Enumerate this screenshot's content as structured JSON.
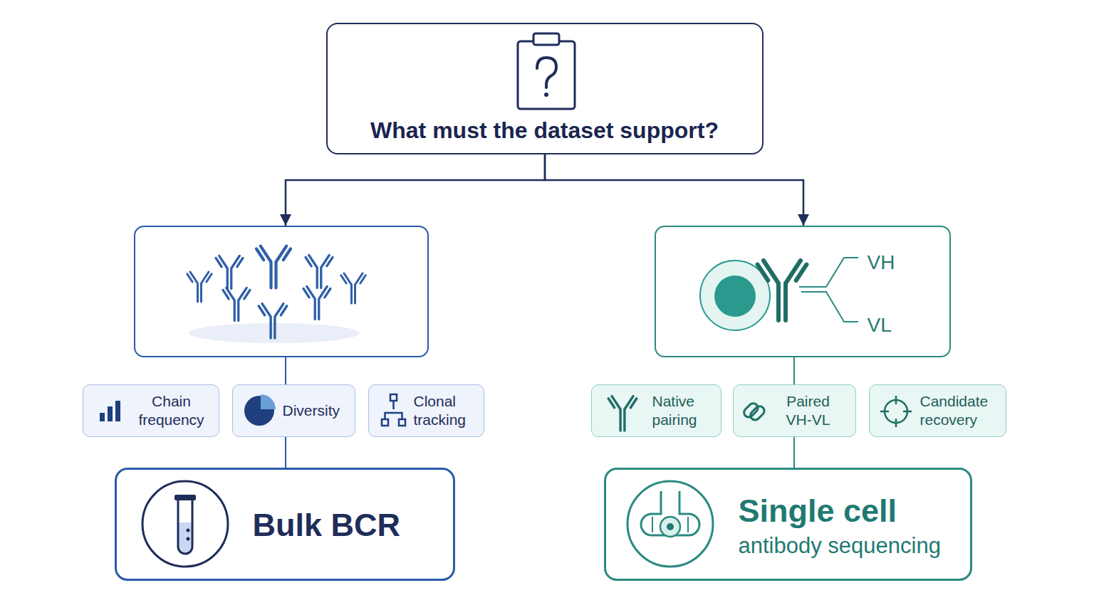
{
  "diagram": {
    "nodes": [
      {
        "text": [
          "What must the dataset support?"
        ]
      },
      {
        "text": []
      },
      {
        "text": [
          "VH",
          "VL"
        ]
      },
      {
        "text": [
          "Chain frequency"
        ]
      },
      {
        "text": [
          "Diversity"
        ]
      },
      {
        "text": [
          "Clonal tracking"
        ]
      },
      {
        "text": [
          "Native pairing"
        ]
      },
      {
        "text": [
          "Paired VH-VL"
        ]
      },
      {
        "text": [
          "Candidate recovery"
        ]
      },
      {
        "text": [
          "Bulk BCR"
        ]
      },
      {
        "text": [
          "Single cell",
          "antibody sequencing"
        ]
      }
    ],
    "edges": [
      {
        "from": 0,
        "to": 1,
        "arrow": "to"
      },
      {
        "from": 0,
        "to": 2,
        "arrow": "to"
      },
      {
        "from": 1,
        "to": 4,
        "arrow": "none"
      },
      {
        "from": 4,
        "to": 9,
        "arrow": "none"
      },
      {
        "from": 2,
        "to": 7,
        "arrow": "none"
      },
      {
        "from": 7,
        "to": 10,
        "arrow": "none"
      }
    ]
  }
}
